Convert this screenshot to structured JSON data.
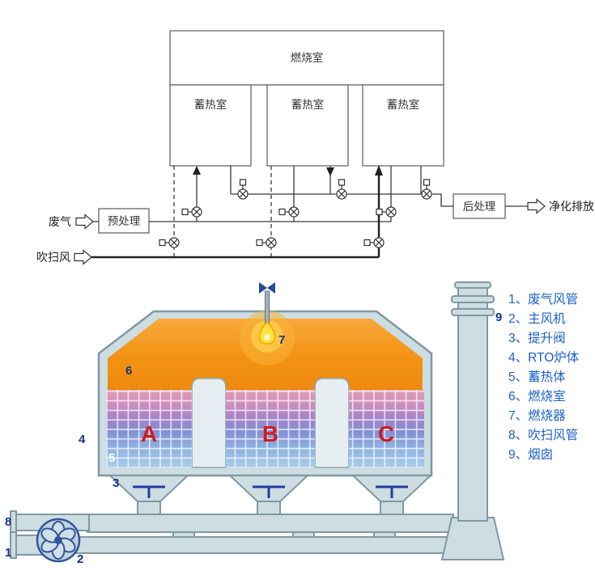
{
  "schematic": {
    "combustion_chamber_label": "燃烧室",
    "regenerator_label": "蓄热室",
    "pretreatment_label": "预处理",
    "posttreatment_label": "后处理",
    "waste_gas_label": "废气",
    "purge_air_label": "吹扫风",
    "clean_exhaust_label": "净化排放"
  },
  "illustration": {
    "bed_labels": [
      "A",
      "B",
      "C"
    ],
    "part_numbers": [
      "1",
      "2",
      "3",
      "4",
      "5",
      "6",
      "7",
      "8",
      "9"
    ],
    "colors": {
      "combustion_orange": "#f29212",
      "shell_blue_gray": "#cddde2",
      "bed_gradient_top": "#e09cb4",
      "bed_gradient_bottom": "#a9cdea",
      "part_number_navy": "#16338e",
      "bed_letter_red": "#cf1d1d"
    }
  },
  "legend": {
    "color": "#1b61c8",
    "items": [
      "1、废气风管",
      "2、主风机",
      "3、提升阀",
      "4、RTO炉体",
      "5、蓄热体",
      "6、燃烧室",
      "7、燃烧器",
      "8、吹扫风管",
      "9、烟囱"
    ]
  }
}
